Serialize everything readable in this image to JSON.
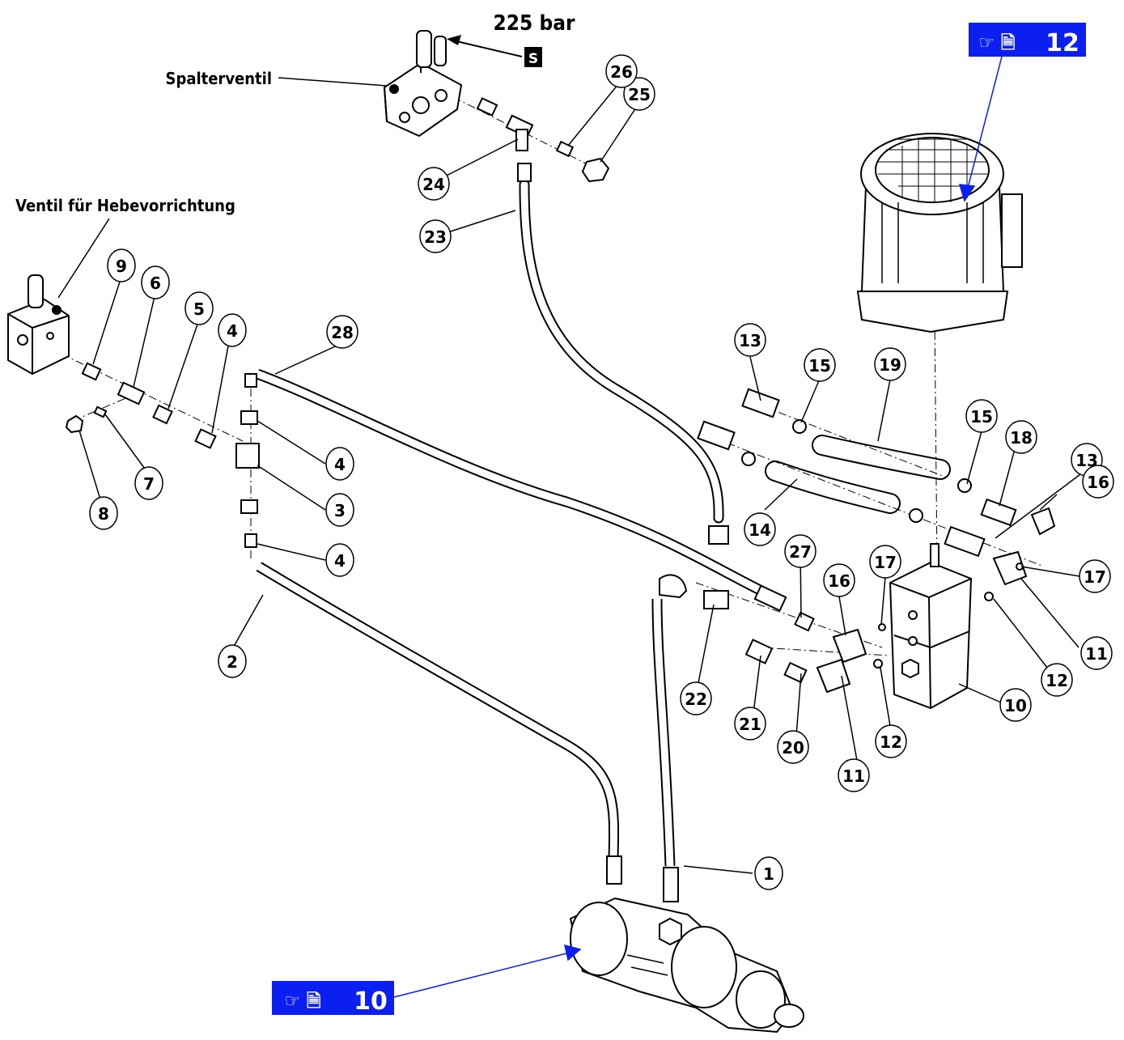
{
  "labels": {
    "spalterventil": "Spalterventil",
    "hebeventil": "Ventil für Hebevorrichtung",
    "pressure": "225 bar",
    "s_badge": "S"
  },
  "refs": [
    {
      "id": "ref-12",
      "icons": "☞ 🗎",
      "number": "12"
    },
    {
      "id": "ref-10",
      "icons": "☞ 🗎",
      "number": "10"
    }
  ],
  "callouts": [
    "1",
    "2",
    "3",
    "4",
    "4",
    "4",
    "5",
    "6",
    "7",
    "8",
    "9",
    "10",
    "11",
    "11",
    "12",
    "12",
    "13",
    "13",
    "14",
    "15",
    "15",
    "16",
    "16",
    "17",
    "17",
    "18",
    "19",
    "20",
    "21",
    "22",
    "23",
    "24",
    "25",
    "26",
    "27",
    "28"
  ]
}
